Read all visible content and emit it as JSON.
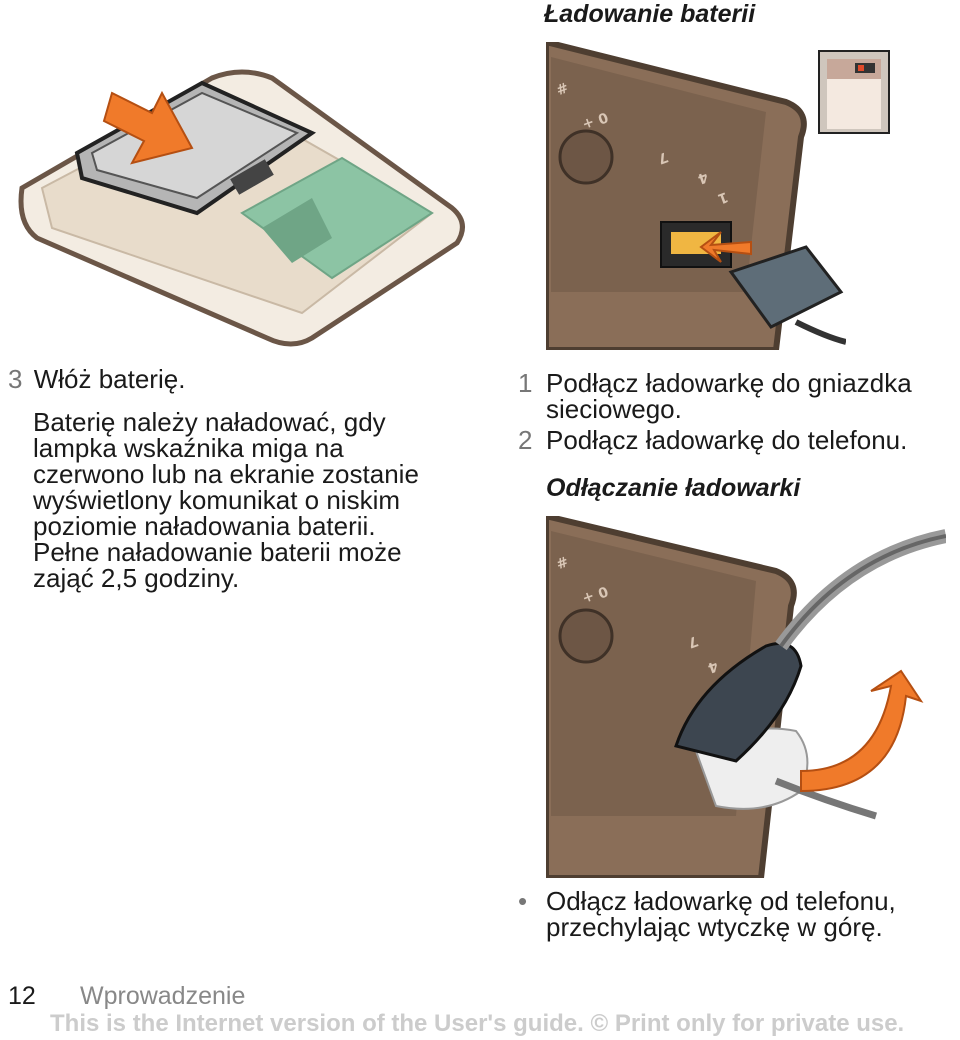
{
  "header": {
    "section_title": "Ładowanie baterii"
  },
  "left": {
    "step": {
      "number": "3",
      "text": "Włóż baterię."
    },
    "paragraph_lines": [
      "Baterię należy naładować, gdy",
      "lampka wskaźnika miga na",
      "czerwono lub na ekranie zostanie",
      "wyświetlony komunikat o niskim",
      "poziomie naładowania baterii.",
      "Pełne naładowanie baterii może",
      "zająć 2,5 godziny."
    ]
  },
  "right": {
    "steps": [
      {
        "number": "1",
        "lines": [
          "Podłącz ładowarkę do gniazdka",
          "sieciowego."
        ]
      },
      {
        "number": "2",
        "lines": [
          "Podłącz ładowarkę do telefonu."
        ]
      }
    ],
    "subheading": "Odłączanie ładowarki",
    "bullet": {
      "symbol": "•",
      "lines": [
        "Odłącz ładowarkę od telefonu,",
        "przechylając wtyczkę w górę."
      ]
    }
  },
  "footer": {
    "page_number": "12",
    "section_name": "Wprowadzenie",
    "notice": "This is the Internet version of the User's guide. © Print only for private use."
  },
  "colors": {
    "arrow_orange": "#f07a2a",
    "phone_brown": "#6b5647",
    "battery_gray": "#b5b5b5",
    "screen_green": "#8cc4a4",
    "footer_notice": "#cccccc"
  }
}
